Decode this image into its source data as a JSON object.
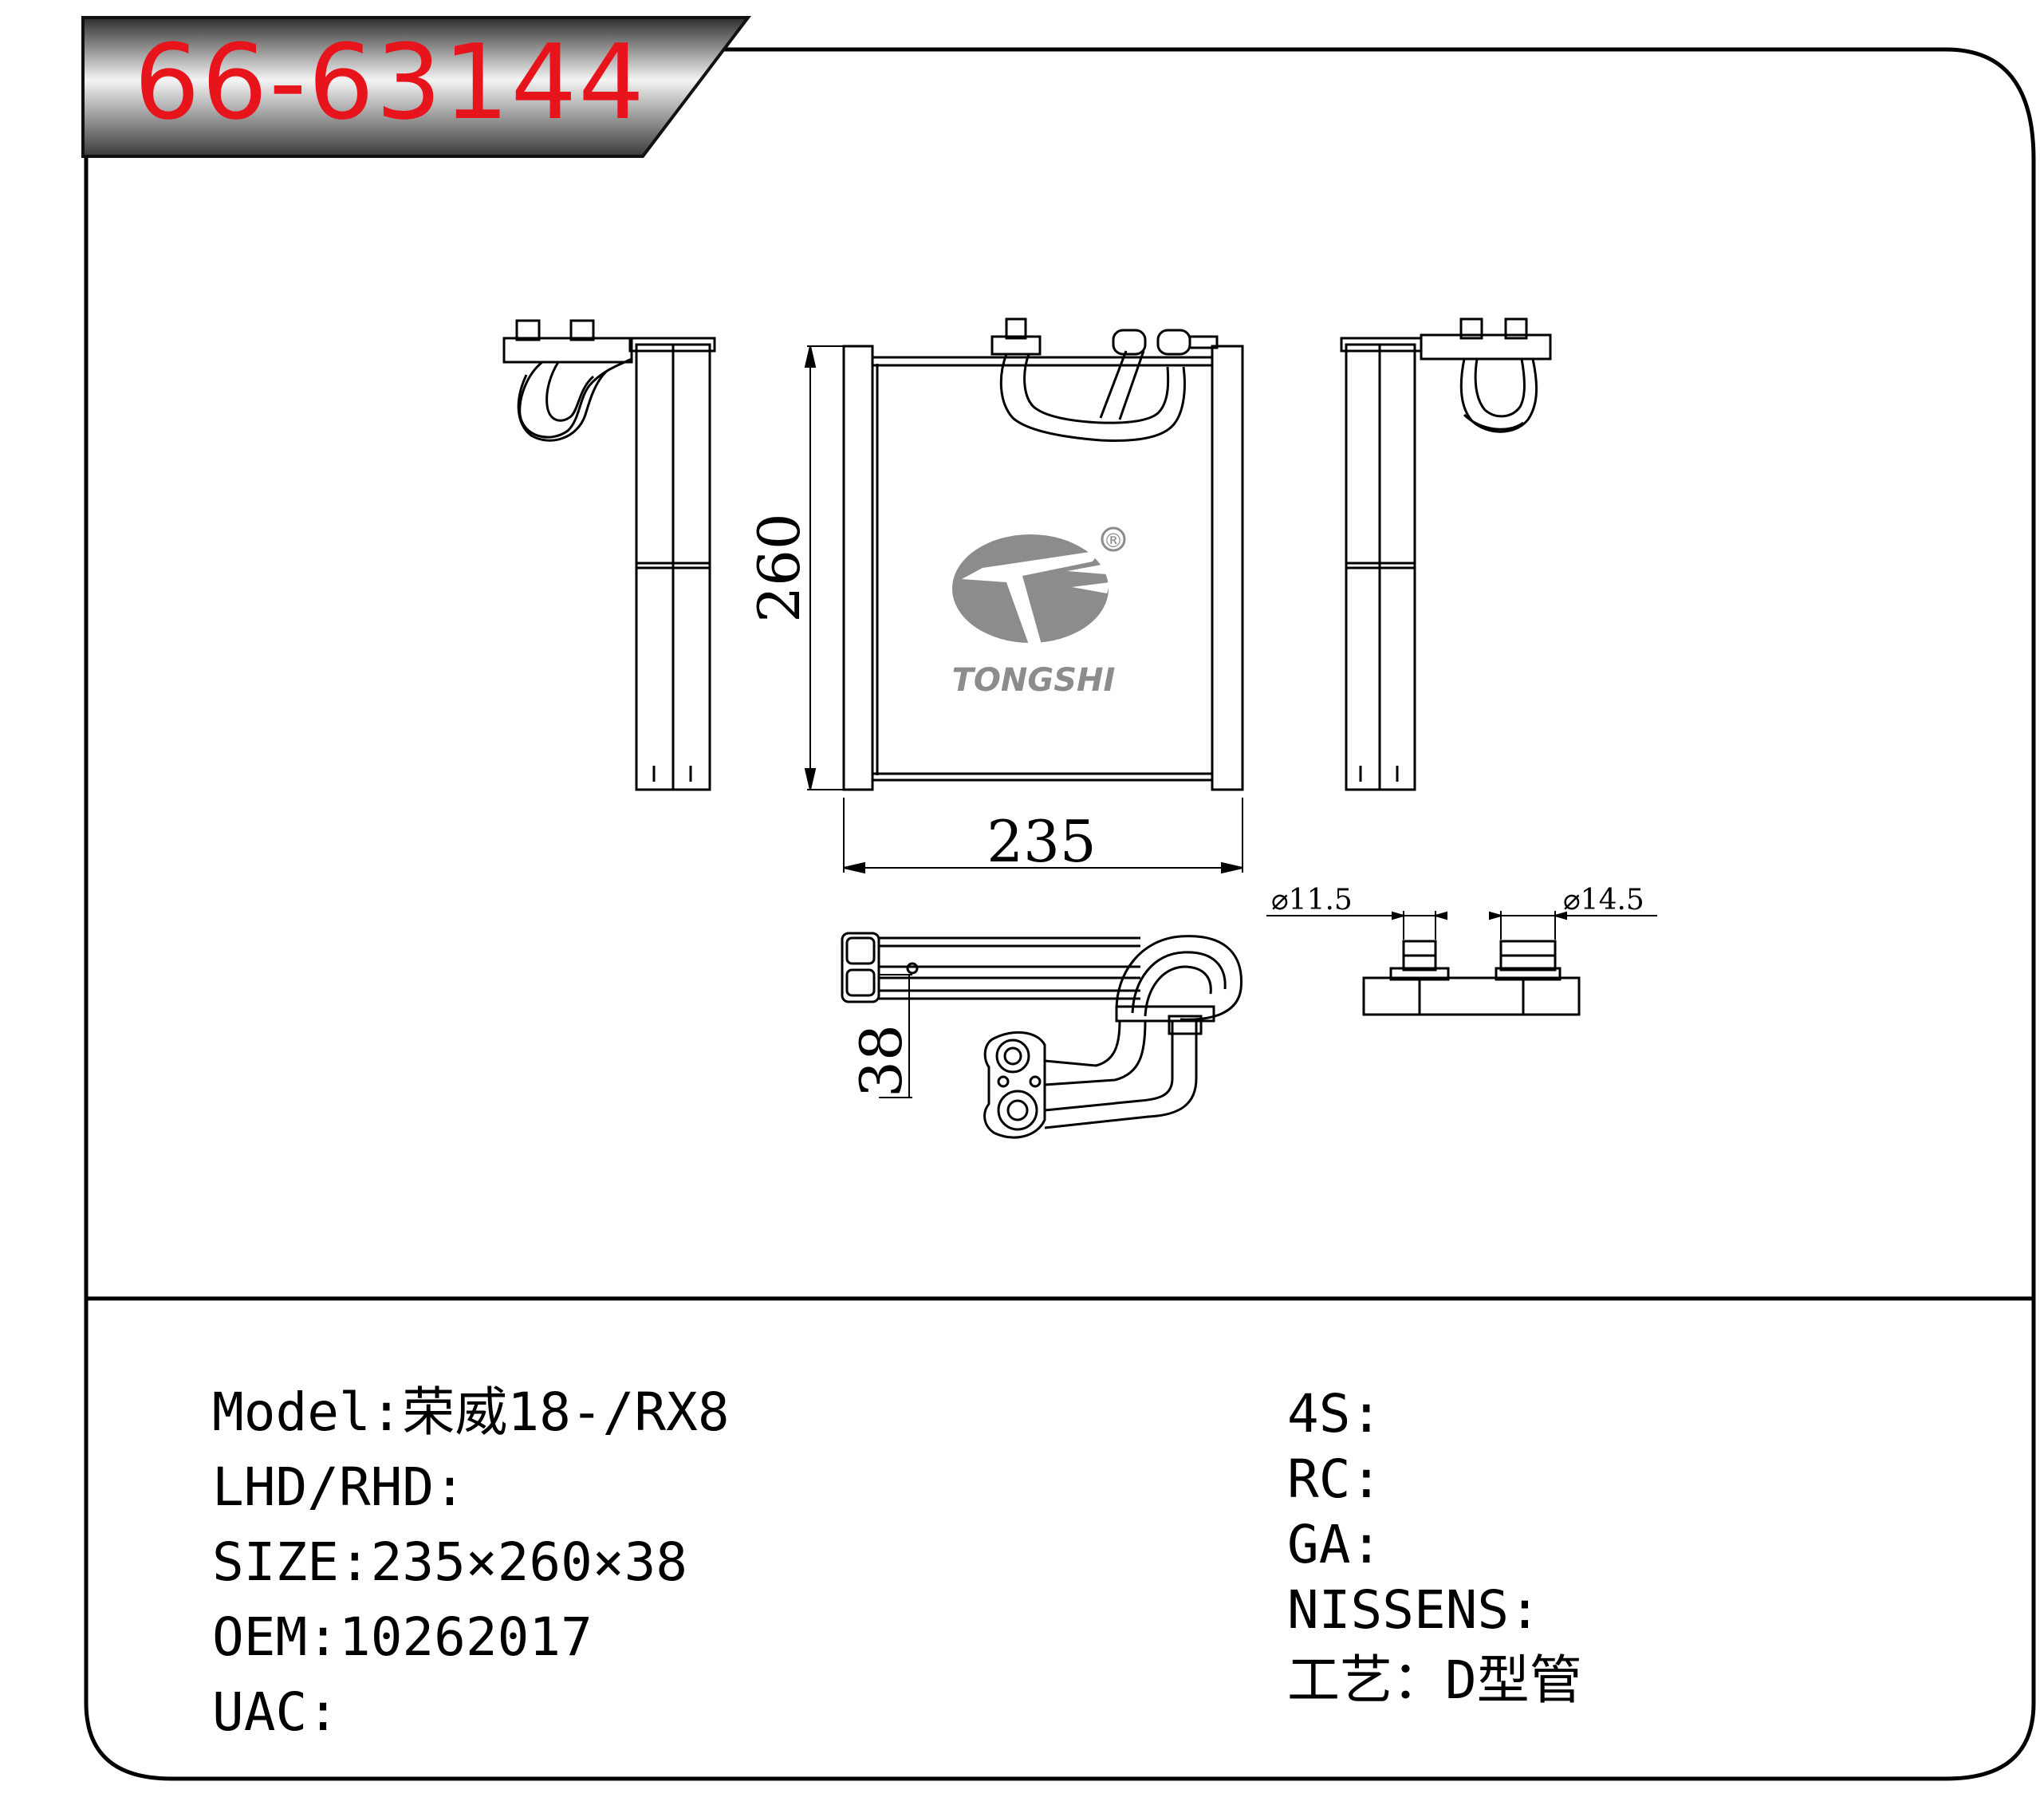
{
  "part_number": "66-63144",
  "logo": {
    "brand": "TONGSHI",
    "registered_mark": "®"
  },
  "drawing": {
    "dim_height": "260",
    "dim_width": "235",
    "dim_depth": "38",
    "pipe_diameter_small": "⌀11.5",
    "pipe_diameter_large": "⌀14.5"
  },
  "specs_left": [
    {
      "label": "Model:",
      "value": "荣威18-/RX8"
    },
    {
      "label": "LHD/RHD:",
      "value": ""
    },
    {
      "label": "SIZE:",
      "value": "235×260×38"
    },
    {
      "label": "OEM:",
      "value": "10262017"
    },
    {
      "label": "UAC:",
      "value": ""
    }
  ],
  "specs_right": [
    {
      "label": "4S:",
      "value": ""
    },
    {
      "label": "RC:",
      "value": ""
    },
    {
      "label": "GA:",
      "value": ""
    },
    {
      "label": "NISSENS:",
      "value": ""
    },
    {
      "label": "工艺：",
      "value": "D型管"
    }
  ],
  "colors": {
    "part_number": "#e8141c",
    "banner_dark": "#3a3a3a",
    "banner_light": "#f2f2f2",
    "logo_gray": "#8c8c8c"
  }
}
